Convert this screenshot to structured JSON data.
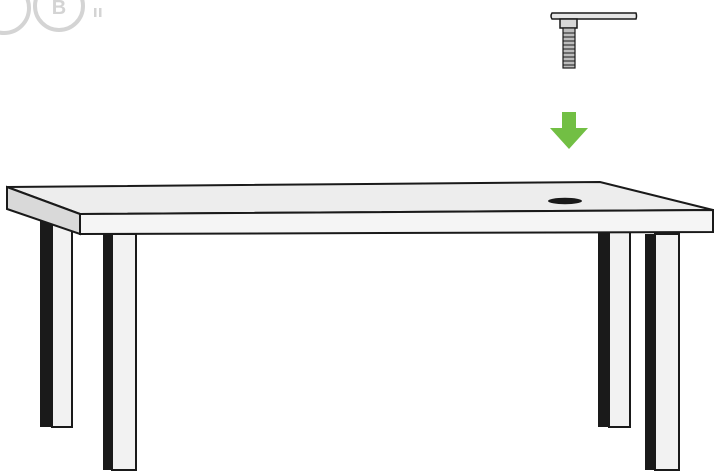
{
  "step": {
    "letter": "B",
    "badge_color": "#d4d4d4"
  },
  "part": {
    "name": "threaded-bolt-with-flat-cap"
  },
  "indicator": {
    "direction": "down",
    "color": "#72bf44"
  },
  "table": {
    "top_color": "#ededed",
    "leg_face_color": "#f2f2f2",
    "leg_shadow_color": "#1a1a1a",
    "outline_color": "#1a1a1a",
    "has_center_hole": true
  }
}
